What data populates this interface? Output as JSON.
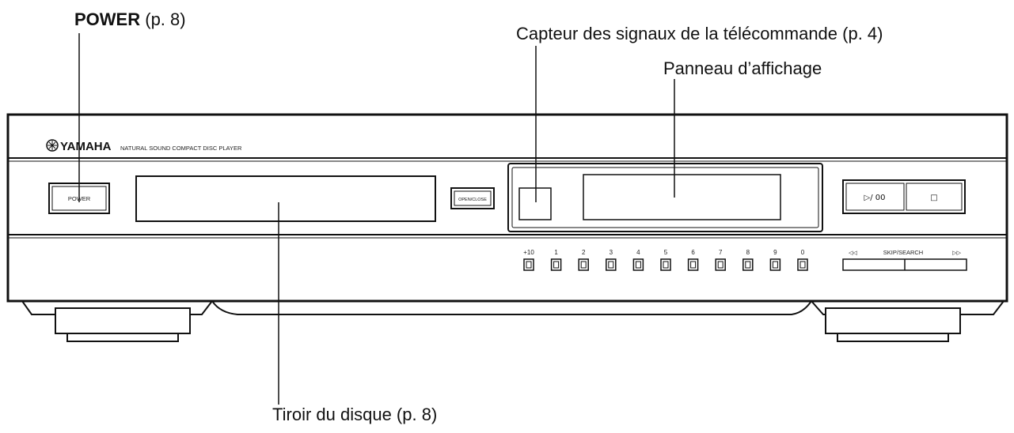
{
  "callouts": {
    "power": {
      "strong": "POWER",
      "rest": " (p. 8)"
    },
    "remote_sensor": "Capteur des signaux de la télécommande (p. 4)",
    "display": "Panneau d’affichage",
    "tray": "Tiroir du disque (p. 8)"
  },
  "device": {
    "brand": "YAMAHA",
    "subtitle": "NATURAL SOUND   COMPACT DISC PLAYER",
    "power_button": "POWER",
    "open_close_button": "OPEN/CLOSE",
    "play_pause_button": "▷/ 00",
    "stop_button": "□",
    "skip_search_label": "SKIP/SEARCH",
    "skip_back_icon": "◁◁",
    "skip_fwd_icon": "▷▷",
    "number_keys": [
      "+10",
      "1",
      "2",
      "3",
      "4",
      "5",
      "6",
      "7",
      "8",
      "9",
      "0"
    ]
  }
}
